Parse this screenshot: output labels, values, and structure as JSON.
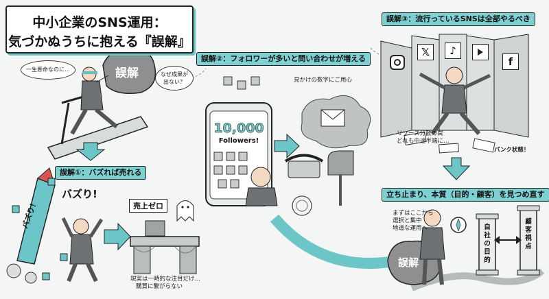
{
  "title": {
    "line1": "中小企業のSNS運用：",
    "line2": "気づかぬうちに抱える『誤解』"
  },
  "myth1": {
    "bubble_left": "一生懸命なのに…",
    "rock_label": "誤解",
    "bubble_right": "なぜ成果が出ない？",
    "banner": "誤解①：バズれば売れる",
    "rocket_label": "バズり！",
    "shout": "バズり!",
    "sign": "売上ゼロ",
    "caption": [
      "現実は一時的な注目だけ…",
      "購買に繋がらない"
    ]
  },
  "myth2": {
    "banner": "誤解②：フォロワーが多いと問い合わせが増える",
    "followers_count": "10,000",
    "followers_label": "Followers!",
    "caution": "見かけの数字にご用心"
  },
  "myth3": {
    "banner": "誤解③：流行っているSNSは全部やるべき",
    "caption": [
      "リソース分散の罠",
      "どれも中途半端に…"
    ],
    "panic": "パンク状態！",
    "platforms": [
      "instagram-icon",
      "x-icon",
      "tiktok-icon",
      "youtube-icon",
      "facebook-icon"
    ]
  },
  "solution": {
    "banner": "立ち止まり、本質（目的・顧客）を見つめ直す",
    "caption": [
      "まずはここから",
      "選択と集中",
      "地道な運用へ"
    ],
    "rock_label": "誤解",
    "pillar1": "自社の目的",
    "pillar2": "顧客視点"
  },
  "colors": {
    "accent": "#6cc6c8",
    "banner": "#7fd0d2",
    "ink": "#222222"
  }
}
